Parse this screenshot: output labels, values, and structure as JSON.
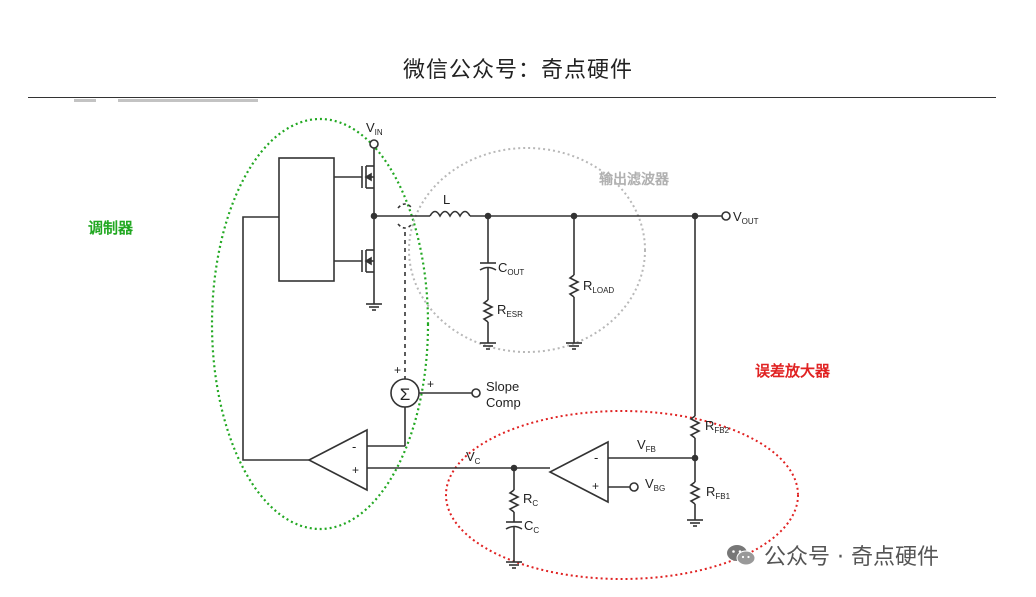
{
  "header": {
    "title": "微信公众号：奇点硬件"
  },
  "annotations": {
    "modulator": "调制器",
    "output_filter": "输出滤波器",
    "error_amp": "误差放大器"
  },
  "labels": {
    "vin_main": "V",
    "vin_sub": "IN",
    "vout_main": "V",
    "vout_sub": "OUT",
    "inductor": "L",
    "cout_main": "C",
    "cout_sub": "OUT",
    "resr_main": "R",
    "resr_sub": "ESR",
    "rload_main": "R",
    "rload_sub": "LOAD",
    "rfb2_main": "R",
    "rfb2_sub": "FB2",
    "rfb1_main": "R",
    "rfb1_sub": "FB1",
    "vfb_main": "V",
    "vfb_sub": "FB",
    "vbg_main": "V",
    "vbg_sub": "BG",
    "vc_main": "V",
    "vc_sub": "C",
    "rc_main": "R",
    "rc_sub": "C",
    "cc_main": "C",
    "cc_sub": "C",
    "slope": "Slope",
    "comp": "Comp",
    "sigma": "Σ",
    "plus": "+",
    "minus": "-"
  },
  "colors": {
    "modulator": "#22a822",
    "output_filter": "#b0b0b0",
    "error_amp": "#e02222",
    "wire": "#333333"
  },
  "watermark": {
    "text": "公众号 · 奇点硬件",
    "icon": "wechat-icon"
  }
}
